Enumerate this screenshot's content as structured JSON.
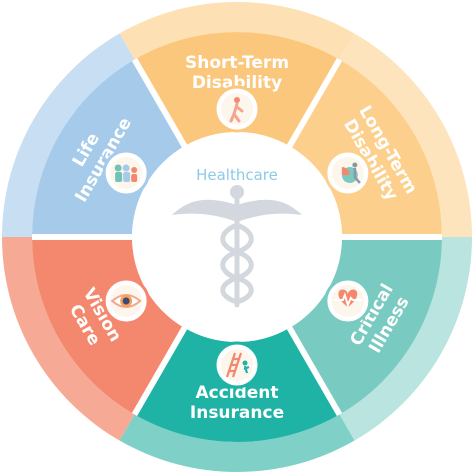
{
  "center": {
    "label": "Healthcare",
    "bg_color": "#ffffff",
    "label_color": "#8ecae6",
    "emblem": "caduceus-icon"
  },
  "segments": [
    {
      "id": "short-term-disability",
      "lines": [
        "Short-Term",
        "Disability"
      ],
      "color": "#fbc77c",
      "ring_color": "#fde1b4",
      "icon": "person-walking-icon"
    },
    {
      "id": "long-term-disability",
      "lines": [
        "Long-Term",
        "Disability"
      ],
      "color": "#fcd08c",
      "ring_color": "#fde4bd",
      "icon": "wheelchair-chart-icon"
    },
    {
      "id": "critical-illness",
      "lines": [
        "Critical",
        "Illness"
      ],
      "color": "#79cbc1",
      "ring_color": "#b9e4df",
      "icon": "heart-monitor-icon"
    },
    {
      "id": "accident-insurance",
      "lines": [
        "Accident",
        "Insurance"
      ],
      "color": "#1fb3a5",
      "ring_color": "#7fd0c7",
      "icon": "falling-ladder-icon"
    },
    {
      "id": "vision-care",
      "lines": [
        "Vision",
        "Care"
      ],
      "color": "#f4886e",
      "ring_color": "#f6aa95",
      "icon": "eye-icon"
    },
    {
      "id": "life-insurance",
      "lines": [
        "Life",
        "Insurance"
      ],
      "color": "#a6cbea",
      "ring_color": "#c8def2",
      "icon": "family-icon"
    }
  ]
}
